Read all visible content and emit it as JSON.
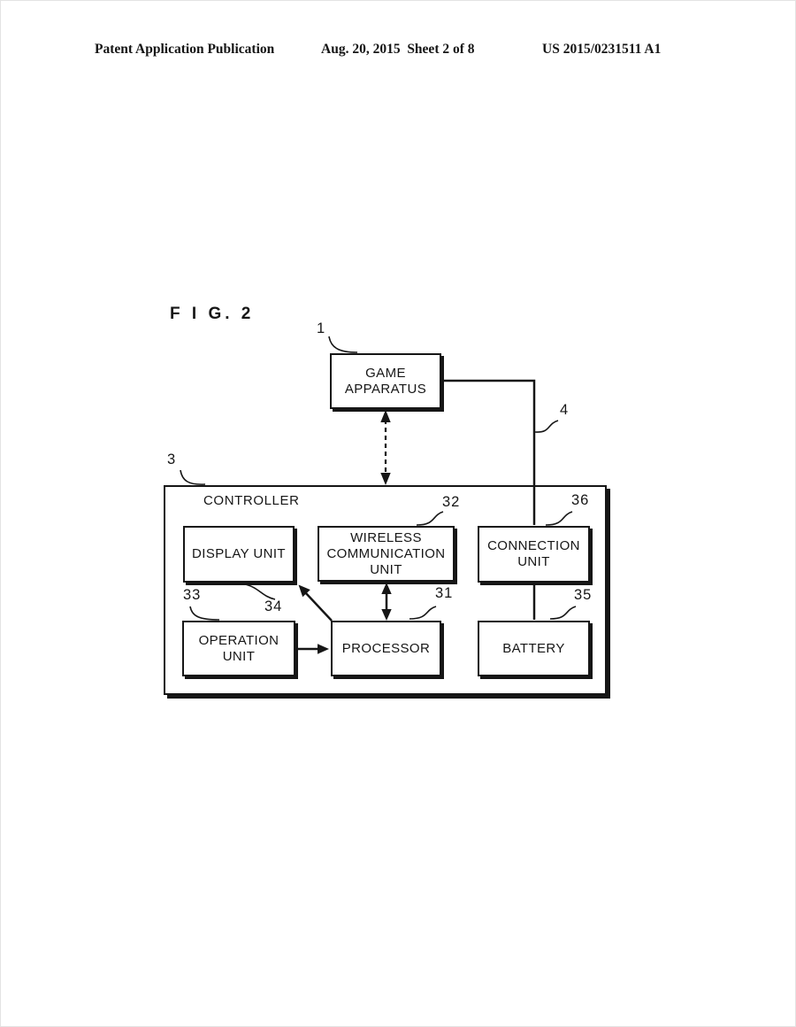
{
  "header": {
    "publication": "Patent Application Publication",
    "date_sheet": "Aug. 20, 2015  Sheet 2 of 8",
    "patent_number": "US 2015/0231511 A1"
  },
  "figure_label": "F I G. 2",
  "diagram": {
    "game_apparatus": {
      "label": "GAME\nAPPARATUS",
      "ref": "1"
    },
    "cable": {
      "ref": "4"
    },
    "controller": {
      "label": "CONTROLLER",
      "ref": "3"
    },
    "display_unit": {
      "label": "DISPLAY UNIT",
      "ref": "34"
    },
    "wireless_unit": {
      "label": "WIRELESS\nCOMMUNICATION\nUNIT",
      "ref": "32"
    },
    "connection_unit": {
      "label": "CONNECTION\nUNIT",
      "ref": "36"
    },
    "operation_unit": {
      "label": "OPERATION\nUNIT",
      "ref": "33"
    },
    "processor": {
      "label": "PROCESSOR",
      "ref": "31"
    },
    "battery": {
      "label": "BATTERY",
      "ref": "35"
    }
  }
}
